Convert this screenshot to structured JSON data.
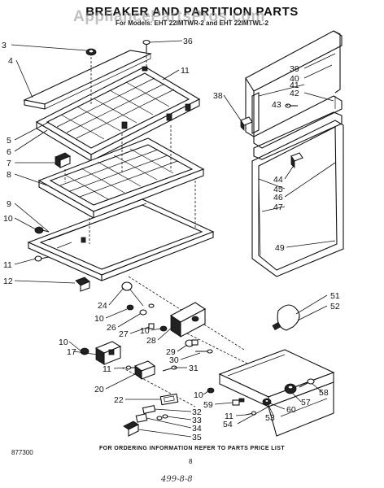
{
  "header": {
    "title": "BREAKER AND PARTITION PARTS",
    "subtitle": "For Models: EHT 22IMTWR-2 and EHT 22IMTWL-2",
    "watermark": "AppliancePartsPros.com"
  },
  "callouts": {
    "c3": "3",
    "c36": "36",
    "c4": "4",
    "c11a": "11",
    "c5": "5",
    "c6": "6",
    "c7": "7",
    "c8": "8",
    "c9": "9",
    "c10a": "10",
    "c11b": "11",
    "c12": "12",
    "c24": "24",
    "c10b": "10",
    "c26": "26",
    "c27": "27",
    "c10c": "10",
    "c28": "28",
    "c29": "29",
    "c30": "30",
    "c10d": "10",
    "c17": "17",
    "c11c": "11",
    "c31": "31",
    "c20": "20",
    "c22": "22",
    "c32": "32",
    "c33": "33",
    "c34": "34",
    "c35": "35",
    "c10e": "10",
    "c59": "59",
    "c11d": "11",
    "c54": "54",
    "c53": "53",
    "c60": "60",
    "c57": "57",
    "c58": "58",
    "c51": "51",
    "c52": "52",
    "c38": "38",
    "c39": "39",
    "c40": "40",
    "c41": "41",
    "c42": "42",
    "c43": "43",
    "c44": "44",
    "c45": "45",
    "c46": "46",
    "c47": "47",
    "c49": "49"
  },
  "footer": {
    "ordering_note": "FOR ORDERING INFORMATION REFER TO PARTS PRICE LIST",
    "part_number": "877300",
    "page": "8",
    "pencil_note": "499-8-8"
  }
}
